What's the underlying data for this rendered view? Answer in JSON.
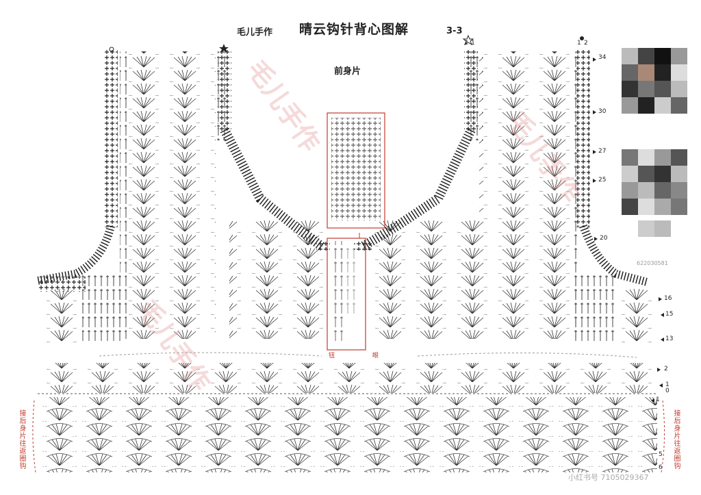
{
  "header": {
    "brand": "毛儿手作",
    "title": "晴云钩针背心图解",
    "page": "3-3"
  },
  "panel_title": "前身片",
  "row_labels": {
    "r34": "34",
    "r30": "30",
    "r27": "27",
    "r25": "25",
    "r20": "20",
    "r16": "16",
    "r15": "15",
    "r13": "13",
    "r2": "2",
    "r1a": "1",
    "r0": "0",
    "r1b": "1",
    "r5": "5",
    "r6": "6"
  },
  "strap_marks": {
    "left_a": "2",
    "left_b": "1",
    "right_a": "1",
    "right_b": "2"
  },
  "side_notes": {
    "left": "接后身片往返圈钩",
    "right": "接后身片往返圈钩"
  },
  "placket_labels": {
    "left": "钮",
    "right": "眼"
  },
  "watermark": "毛儿手作",
  "qr_caption": "622030581",
  "bottom_caption": "小红书号 7105029367",
  "colors": {
    "ink": "#222222",
    "accent_red": "#c0392b",
    "watermark": "#e08a8a"
  }
}
